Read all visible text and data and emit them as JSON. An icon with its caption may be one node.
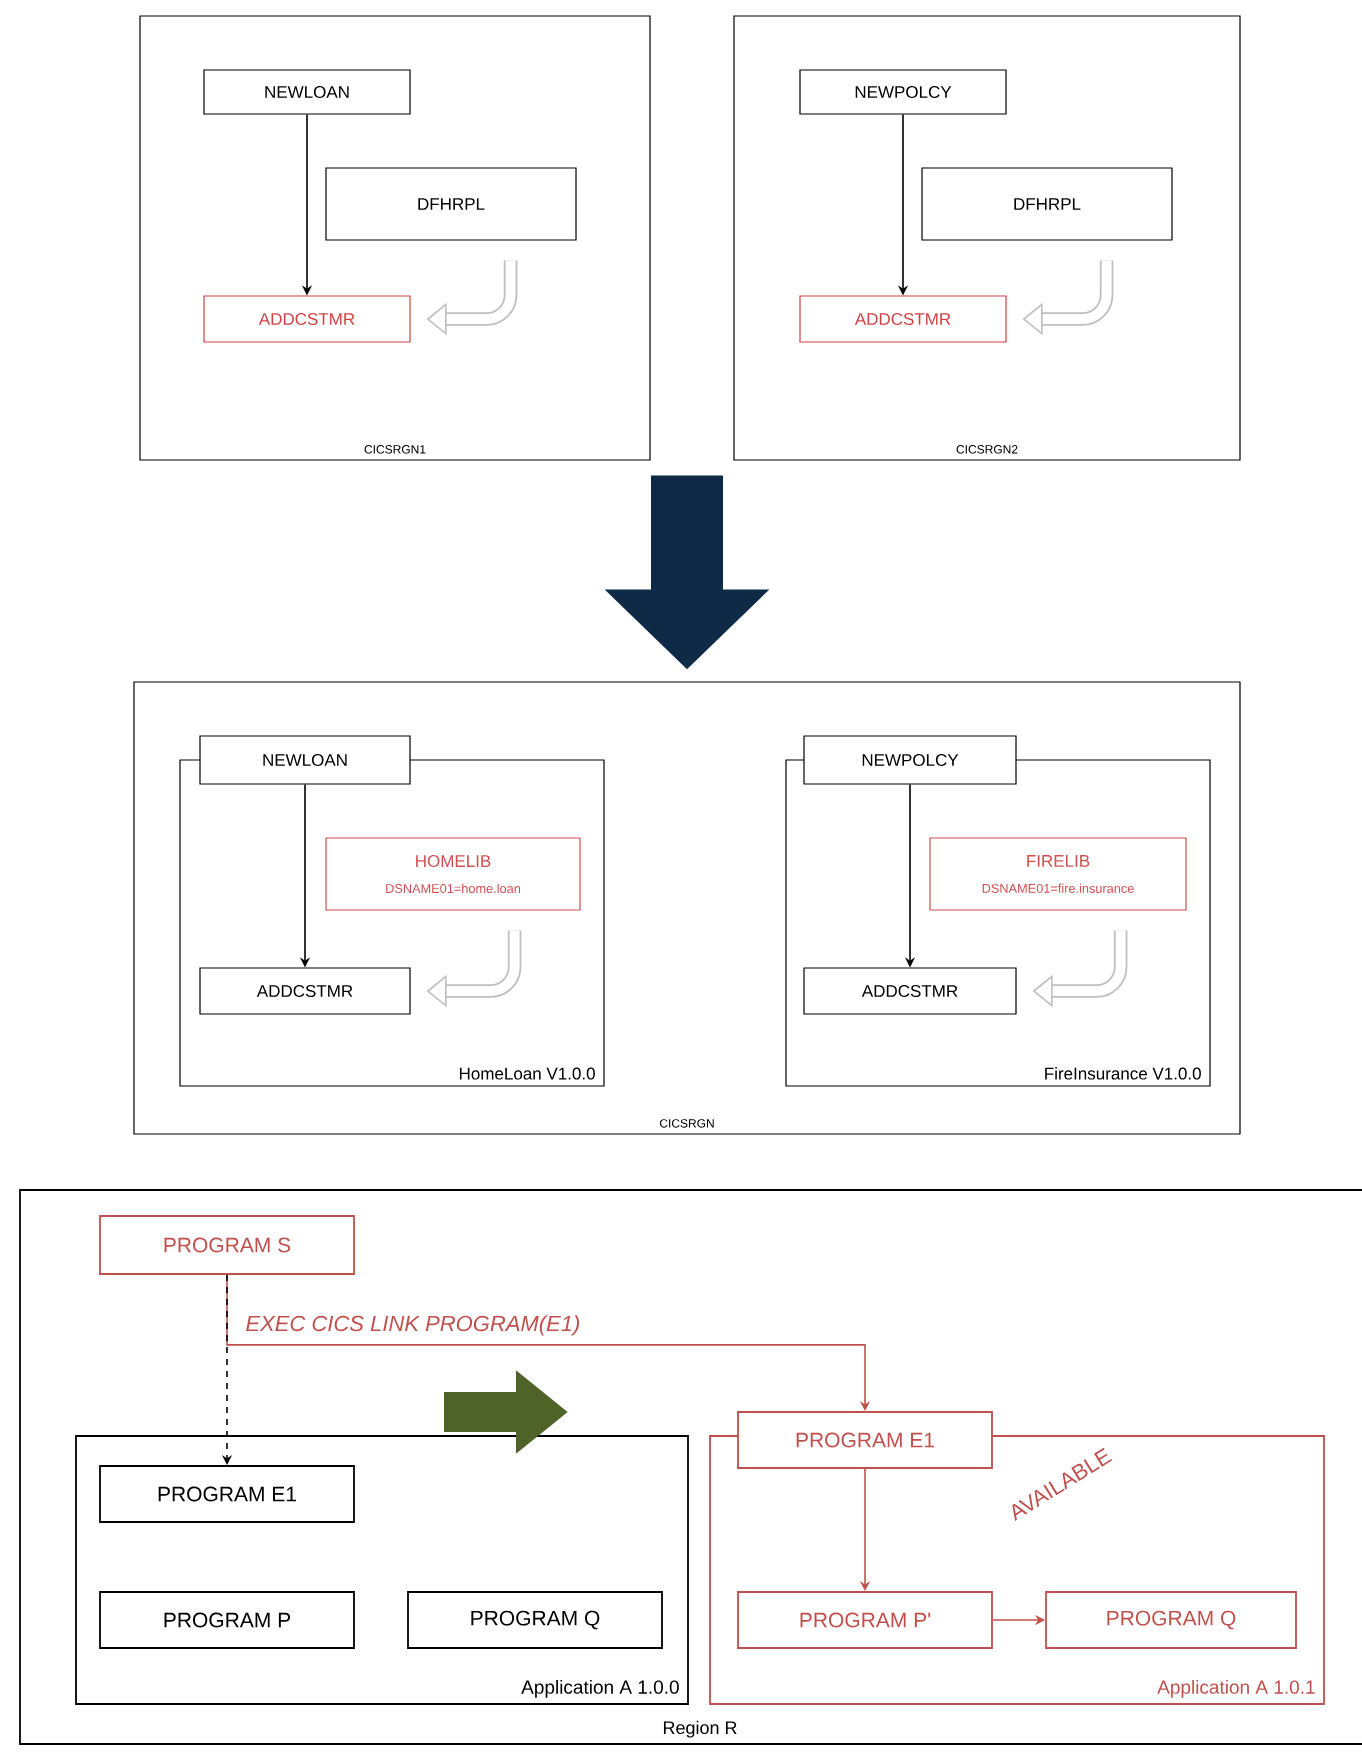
{
  "diagram": {
    "nodes": [
      {
        "text": [
          "CICSRGN1"
        ]
      },
      {
        "text": [
          "NEWLOAN"
        ],
        "in": 0
      },
      {
        "text": [
          "DFHRPL"
        ],
        "in": 0
      },
      {
        "text": [
          "ADDCSTMR"
        ],
        "in": 0
      },
      {
        "text": [
          "CICSRGN2"
        ]
      },
      {
        "text": [
          "NEWPOLCY"
        ],
        "in": 4
      },
      {
        "text": [
          "DFHRPL"
        ],
        "in": 4
      },
      {
        "text": [
          "ADDCSTMR"
        ],
        "in": 4
      },
      {
        "text": [
          "CICSRGN"
        ]
      },
      {
        "text": [
          "HomeLoan V1.0.0"
        ],
        "in": 8
      },
      {
        "text": [
          "NEWLOAN"
        ],
        "in": 8
      },
      {
        "text": [
          "HOMELIB",
          "DSNAME01=home.loan"
        ],
        "in": 9
      },
      {
        "text": [
          "ADDCSTMR"
        ],
        "in": 9
      },
      {
        "text": [
          "FireInsurance V1.0.0"
        ],
        "in": 8
      },
      {
        "text": [
          "NEWPOLCY"
        ],
        "in": 8
      },
      {
        "text": [
          "FIRELIB",
          "DSNAME01=fire.insurance"
        ],
        "in": 13
      },
      {
        "text": [
          "ADDCSTMR"
        ],
        "in": 13
      },
      {
        "text": [
          "Region R"
        ]
      },
      {
        "text": [
          "Application A 1.0.0"
        ],
        "in": 17
      },
      {
        "text": [
          "PROGRAM S"
        ],
        "in": 17
      },
      {
        "text": [
          "PROGRAM E1"
        ],
        "in": 18
      },
      {
        "text": [
          "PROGRAM P"
        ],
        "in": 18
      },
      {
        "text": [
          "PROGRAM Q"
        ],
        "in": 18
      },
      {
        "text": [
          "Application A 1.0.1"
        ],
        "in": 17
      },
      {
        "text": [
          "PROGRAM E1"
        ],
        "in": 17
      },
      {
        "text": [
          "PROGRAM P'"
        ],
        "in": 23
      },
      {
        "text": [
          "PROGRAM Q"
        ],
        "in": 23
      }
    ],
    "edges": [
      {
        "from": 1,
        "to": 3,
        "arrow": "to"
      },
      {
        "from": 2,
        "to": 3,
        "arrow": "to",
        "style": "thick",
        "color": "#bfbfbf"
      },
      {
        "from": 5,
        "to": 7,
        "arrow": "to"
      },
      {
        "from": 6,
        "to": 7,
        "arrow": "to",
        "style": "thick",
        "color": "#bfbfbf"
      },
      {
        "from": null,
        "to": 8,
        "arrow": "to",
        "style": "thick",
        "color": "#0f2a47"
      },
      {
        "from": 10,
        "to": 12,
        "arrow": "to"
      },
      {
        "from": 11,
        "to": 12,
        "arrow": "to",
        "style": "thick",
        "color": "#bfbfbf"
      },
      {
        "from": 14,
        "to": 16,
        "arrow": "to"
      },
      {
        "from": 15,
        "to": 16,
        "arrow": "to",
        "style": "thick",
        "color": "#bfbfbf"
      },
      {
        "from": 19,
        "to": 24,
        "arrow": "to",
        "label": "EXEC CICS LINK PROGRAM(E1)",
        "color": "#c0504d"
      },
      {
        "from": 19,
        "to": 20,
        "arrow": "to",
        "style": "dashed"
      },
      {
        "from": 24,
        "to": 25,
        "arrow": "to",
        "color": "#c0504d"
      },
      {
        "from": 25,
        "to": 26,
        "arrow": "to",
        "color": "#c0504d"
      }
    ],
    "labels": [
      "AVAILABLE"
    ]
  }
}
